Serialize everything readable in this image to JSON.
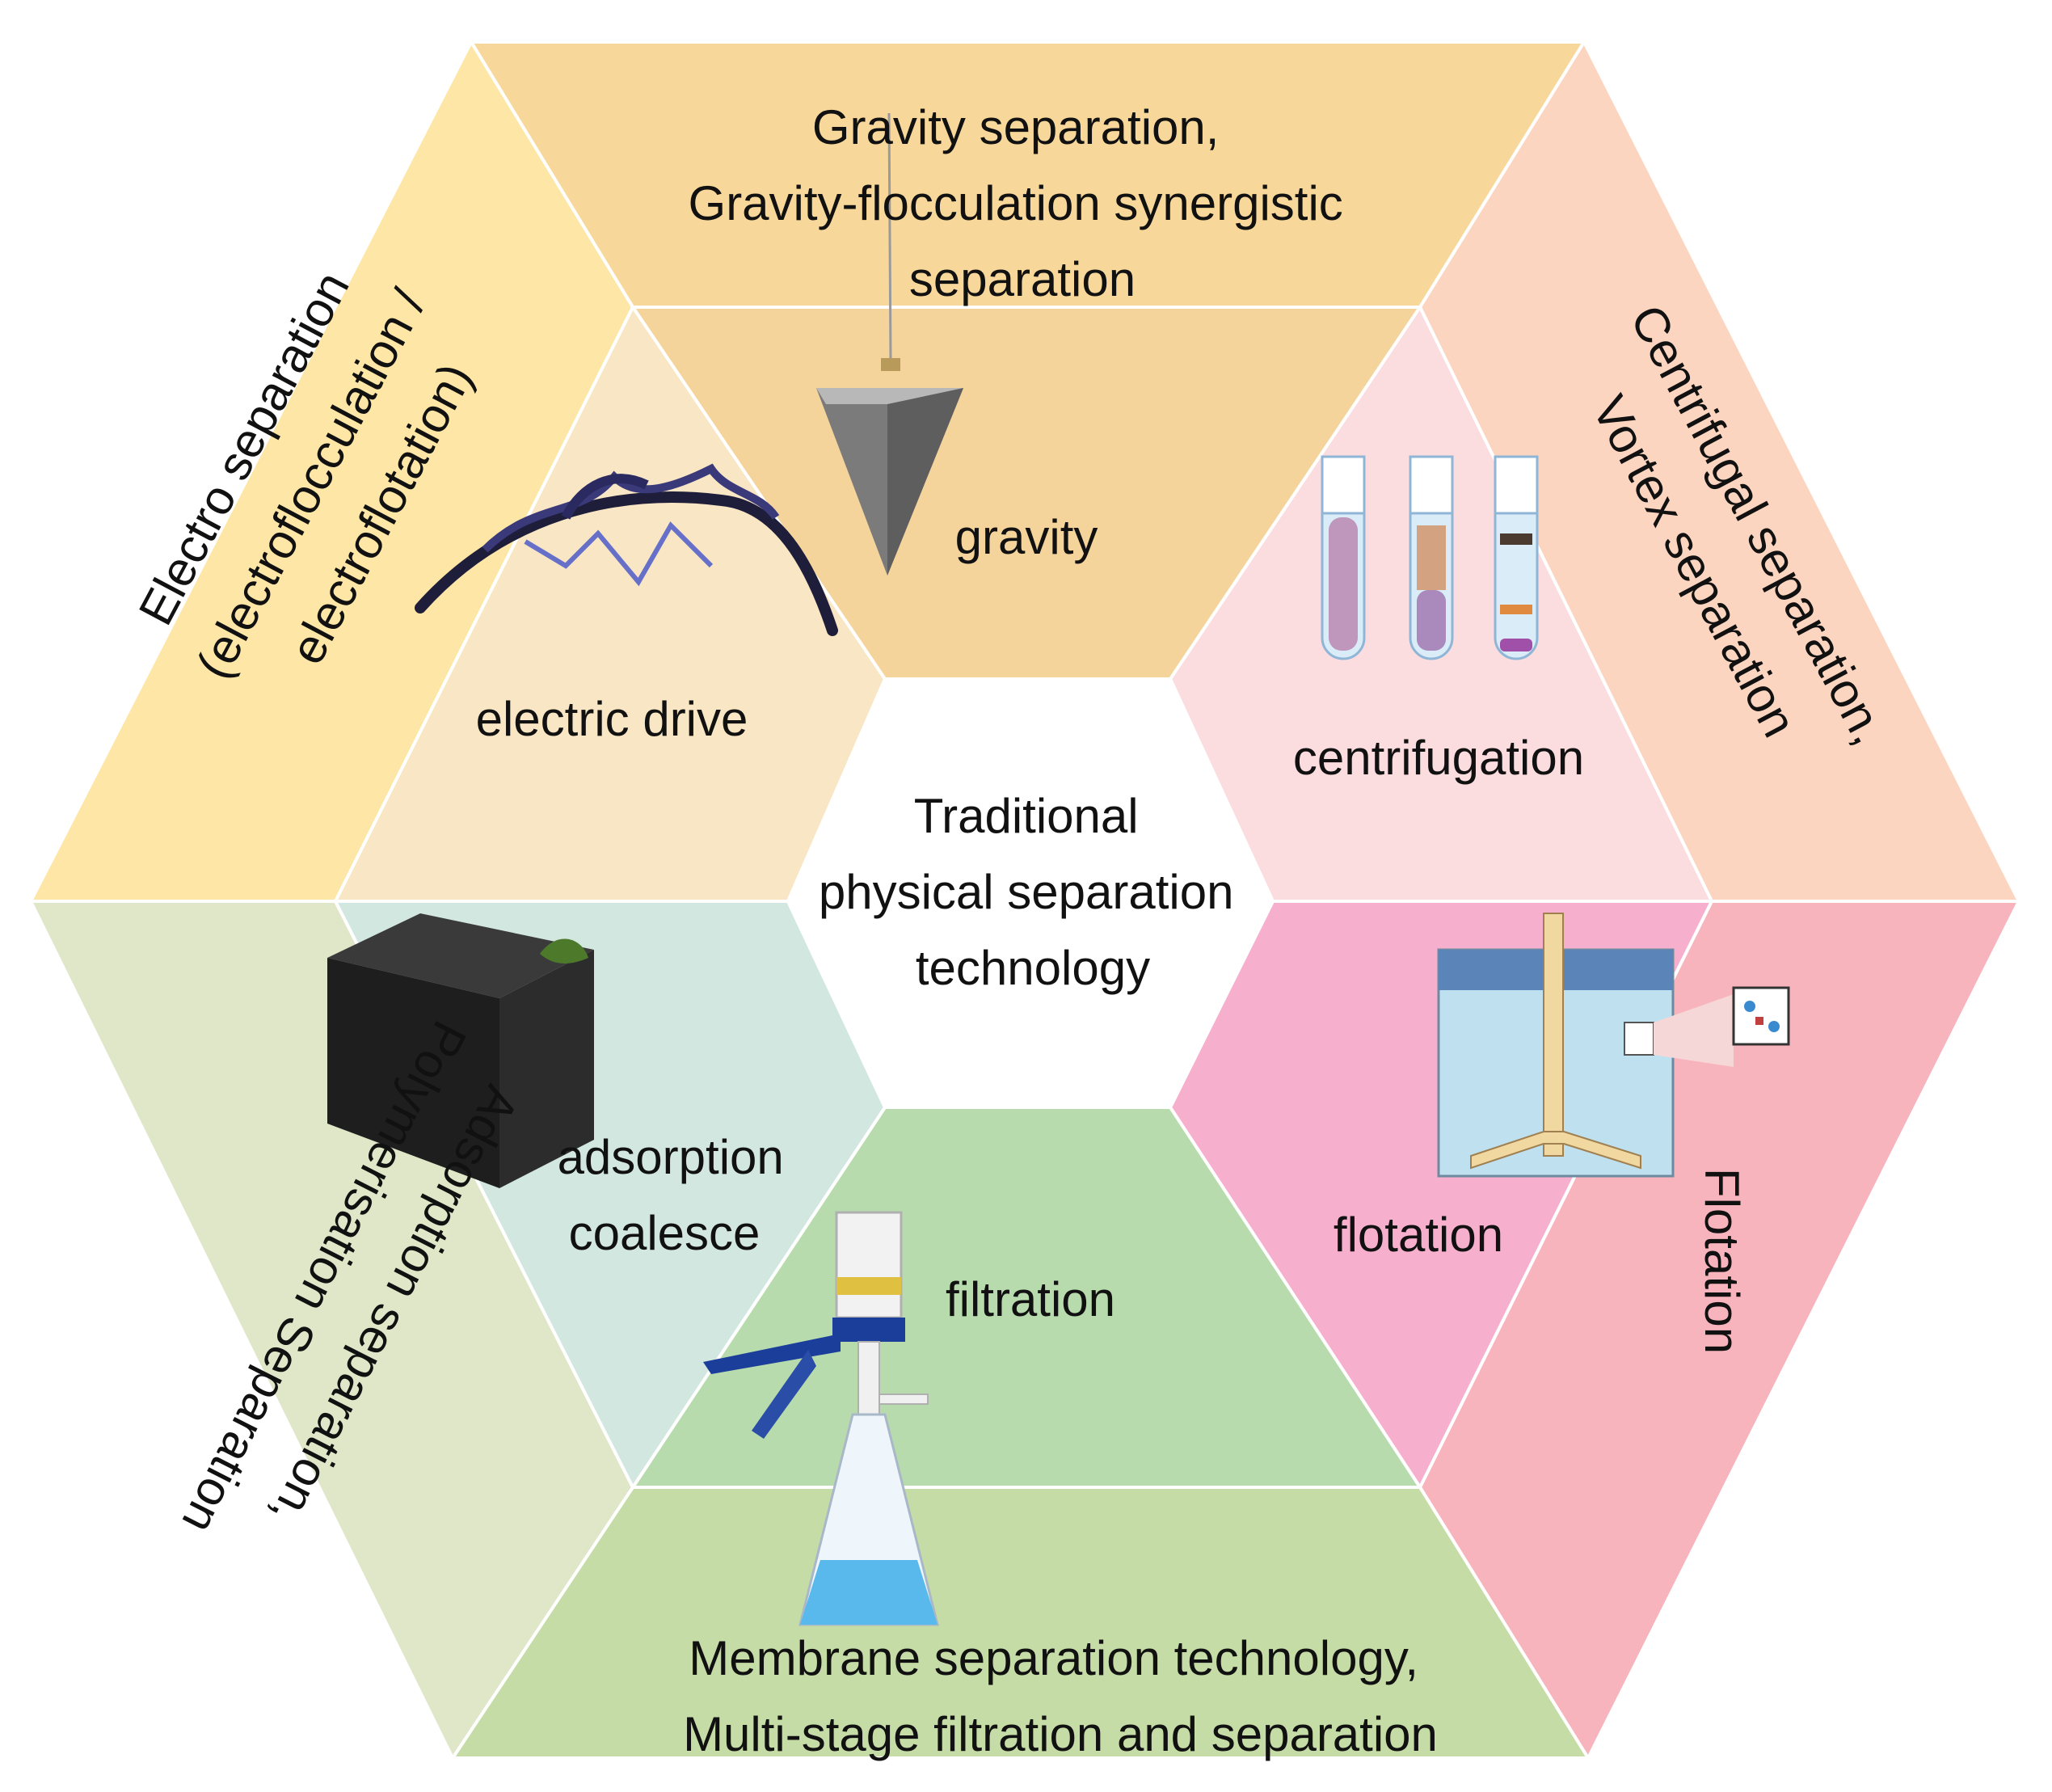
{
  "center": {
    "lines": [
      "Traditional",
      "physical separation",
      "technology"
    ]
  },
  "inner": {
    "gravity": "gravity",
    "electric_drive": "electric drive",
    "centrifugation": "centrifugation",
    "adsorption": [
      "adsorption",
      "coalesce"
    ],
    "filtration": "filtration",
    "flotation": "flotation"
  },
  "outer": {
    "top": [
      "Gravity separation,",
      "Gravity-flocculation synergistic",
      "separation"
    ],
    "upper_left": [
      "Electro separation",
      "(electroflocculation /",
      "electroflotation)"
    ],
    "upper_right": [
      "Centrifugal separation,",
      "Vortex separation"
    ],
    "lower_left": [
      "Adsorption separation,",
      "Polymerisation Separation"
    ],
    "bottom": [
      "Membrane separation technology,",
      "Multi-stage filtration and separation"
    ],
    "lower_right": [
      "Flotation"
    ]
  },
  "colors": {
    "top_outer": "#f8d89a",
    "top_inner": "#f5d49c",
    "upper_left_outer": "#fde6a6",
    "upper_left_inner": "#f8e6c4",
    "upper_right_outer": "#fbd5c0",
    "upper_right_inner": "#fbdcdf",
    "lower_right_outer": "#f8b4bc",
    "lower_right_inner": "#f6b0cd",
    "bottom_outer": "#c6dca6",
    "bottom_inner": "#b8dbae",
    "lower_left_outer": "#dfe7c8",
    "lower_left_inner": "#d2e7df",
    "center": "#ffffff"
  },
  "icons": [
    "pendulum-bob-icon",
    "electric-arc-icon",
    "test-tubes-icon",
    "activated-carbon-cube-icon",
    "vacuum-filter-flask-icon",
    "flotation-tank-icon"
  ]
}
